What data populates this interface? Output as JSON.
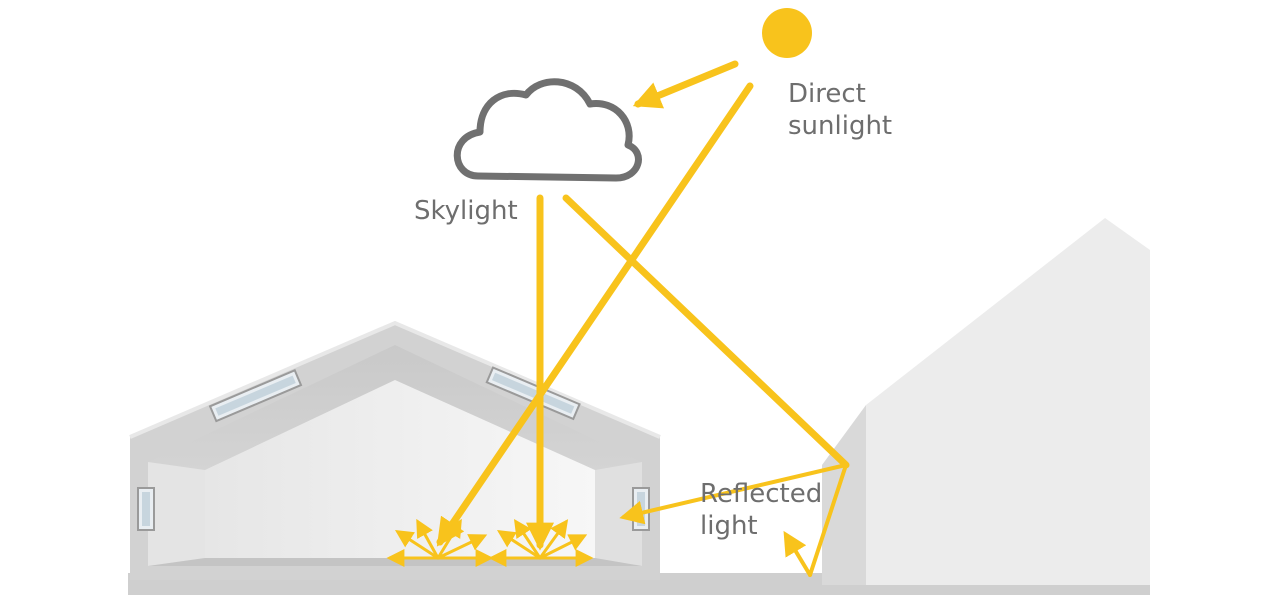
{
  "labels": {
    "direct_line1": "Direct",
    "direct_line2": "sunlight",
    "skylight": "Skylight",
    "reflected_line1": "Reflected",
    "reflected_line2": "light"
  },
  "colors": {
    "light": "#f8c31c",
    "label_text": "#6e6e6e",
    "cloud_outline": "#707070",
    "house_wall": "#d4d4d4",
    "house_interior": "#f2f2f2",
    "ground": "#cfcfcf",
    "neighbor_front": "#ededed",
    "neighbor_side": "#d9d9d9"
  },
  "icons": {
    "sun": "sun-icon",
    "cloud": "cloud-icon"
  }
}
